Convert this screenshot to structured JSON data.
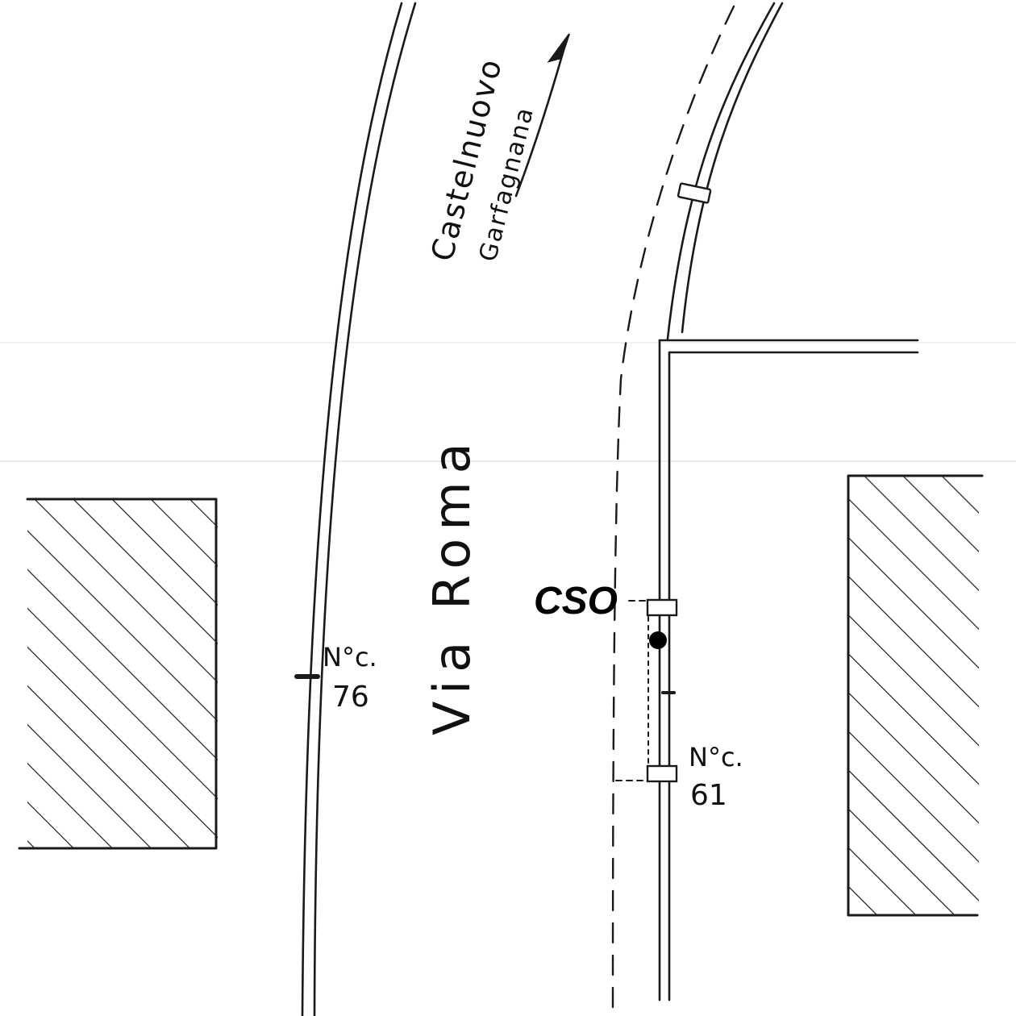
{
  "labels": {
    "destination_line1": "Castelnuovo",
    "destination_line2": "Garfagnana",
    "street_name": "Via Roma",
    "house_number_left_prefix": "N°c.",
    "house_number_left_value": "76",
    "house_number_right_prefix": "N°c.",
    "house_number_right_value": "61",
    "cso_marker": "CSO"
  },
  "colors": {
    "ink": "#1a1a1a",
    "background": "#ffffff"
  }
}
